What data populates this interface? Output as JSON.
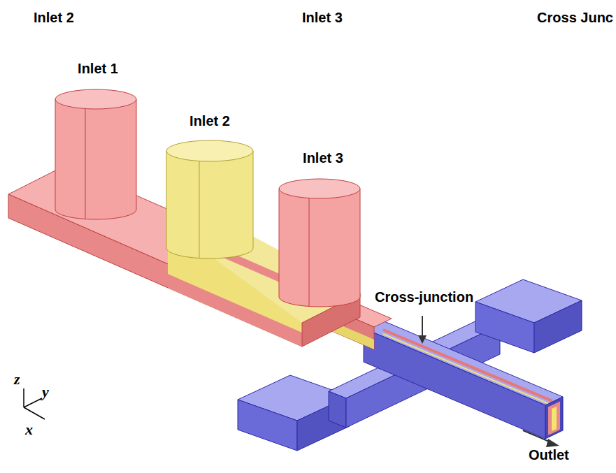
{
  "diagram": {
    "labels": [
      "Inlet 2",
      "Inlet 3",
      "Cross Junc",
      "Inlet 1",
      "Inlet 2",
      "Inlet 3",
      "Cross-junction",
      "z",
      "y",
      "x",
      "Outlet"
    ]
  }
}
